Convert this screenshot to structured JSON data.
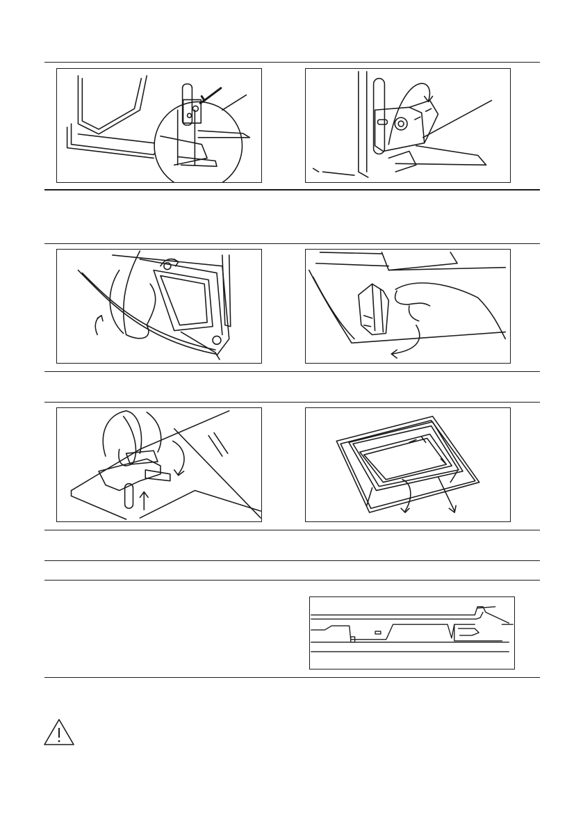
{
  "page": {
    "figures": [
      {
        "name": "door-hinge-lock-illustration"
      },
      {
        "name": "hinge-lever-rotate-illustration"
      },
      {
        "name": "lift-door-trim-illustration"
      },
      {
        "name": "release-trim-clip-illustration"
      },
      {
        "name": "press-clip-illustration"
      },
      {
        "name": "remove-glass-panel-illustration"
      },
      {
        "name": "glass-panel-seating-illustration"
      }
    ],
    "warning_icon": "warning-triangle-icon"
  }
}
